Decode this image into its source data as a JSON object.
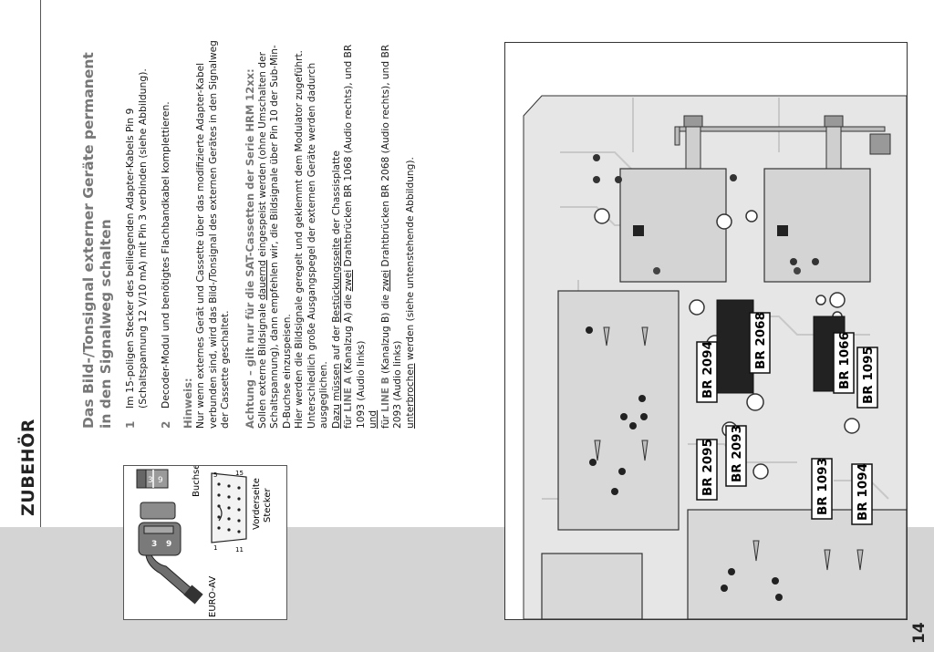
{
  "page": {
    "section_label": "ZUBEHÖR",
    "page_number": "14"
  },
  "article": {
    "title": "Das Bild-/Tonsignal externer Geräte permanent in den Signalweg schalten",
    "steps": [
      {
        "num": "1",
        "text": "Im 15-poligen Stecker des beiliegenden Adapter-Kabels Pin 9 (Schaltspannung 12 V/10 mA) mit Pin 3 verbinden (siehe Abbildung)."
      },
      {
        "num": "2",
        "text": "Decoder-Modul und benötigtes Flachbandkabel komplettieren."
      }
    ],
    "hint": {
      "title": "Hinweis:",
      "text": "Nur wenn externes Gerät und Cassette über das modifizierte Adapter-Kabel verbunden sind, wird das Bild-/Tonsignal des externen Gerätes in den Signalweg der Cassette geschaltet."
    },
    "attention": {
      "title": "Achtung – gilt nur für die SAT-Cassetten der Serie HRM 12xx:",
      "p1_a": "Sollen externe Bildsignale",
      "p1_u": "dauernd",
      "p1_b": "eingespeist werden (ohne Umschalten der Schaltspannung), dann empfehlen wir, die Bildsignale über Pin 10 der Sub-Min-D-Buchse einzuspeisen.",
      "p2": "Hier werden die Bildsignale geregelt und geklemmt dem Modulator zugeführt. Unterschiedlich große Ausgangspegel der externen Geräte werden dadurch ausgeglichen.",
      "p3_u1": "Dazu",
      "p3_u2": "müssen",
      "p3_mid": "auf der",
      "p3_u3": "Bestückungsseite",
      "p3_end": "der Chassisplatte",
      "line_a_pre": "für",
      "line_a_key": "LINE A",
      "line_a_mid": "(Kanalzug A) die",
      "line_a_u": "zwei",
      "line_a_end": "Drahtbrücken BR 1068 (Audio rechts), und BR 1093 (Audio links)",
      "und": "und",
      "line_b_pre": "für",
      "line_b_key": "LINE B",
      "line_b_mid": "(Kanalzug B) die",
      "line_b_u": "zwei",
      "line_b_end": "Drahtbrücken BR 2068 (Audio rechts), und BR 2093 (Audio links)",
      "final_u": "unterbrochen",
      "final_end": "werden (siehe untenstehende Abbildung)."
    }
  },
  "figure": {
    "buchse_label": "Buchse",
    "vorderseite_label": "Vorderseite",
    "stecker_label": "Stecker",
    "euro_av_label": "EURO-AV",
    "pin_3": "3",
    "pin_9": "9",
    "pin_1": "1",
    "pin_5": "5",
    "pin_11": "11",
    "pin_15": "15"
  },
  "board": {
    "labels": [
      "BR 2095",
      "BR 2094",
      "BR 2093",
      "BR 2068",
      "BR 1093",
      "BR 1094",
      "BR 1066",
      "BR 1095"
    ]
  },
  "colors": {
    "accent_gray": "#777777",
    "band_gray": "#d4d4d4",
    "board_fill": "#e6e6e6"
  }
}
